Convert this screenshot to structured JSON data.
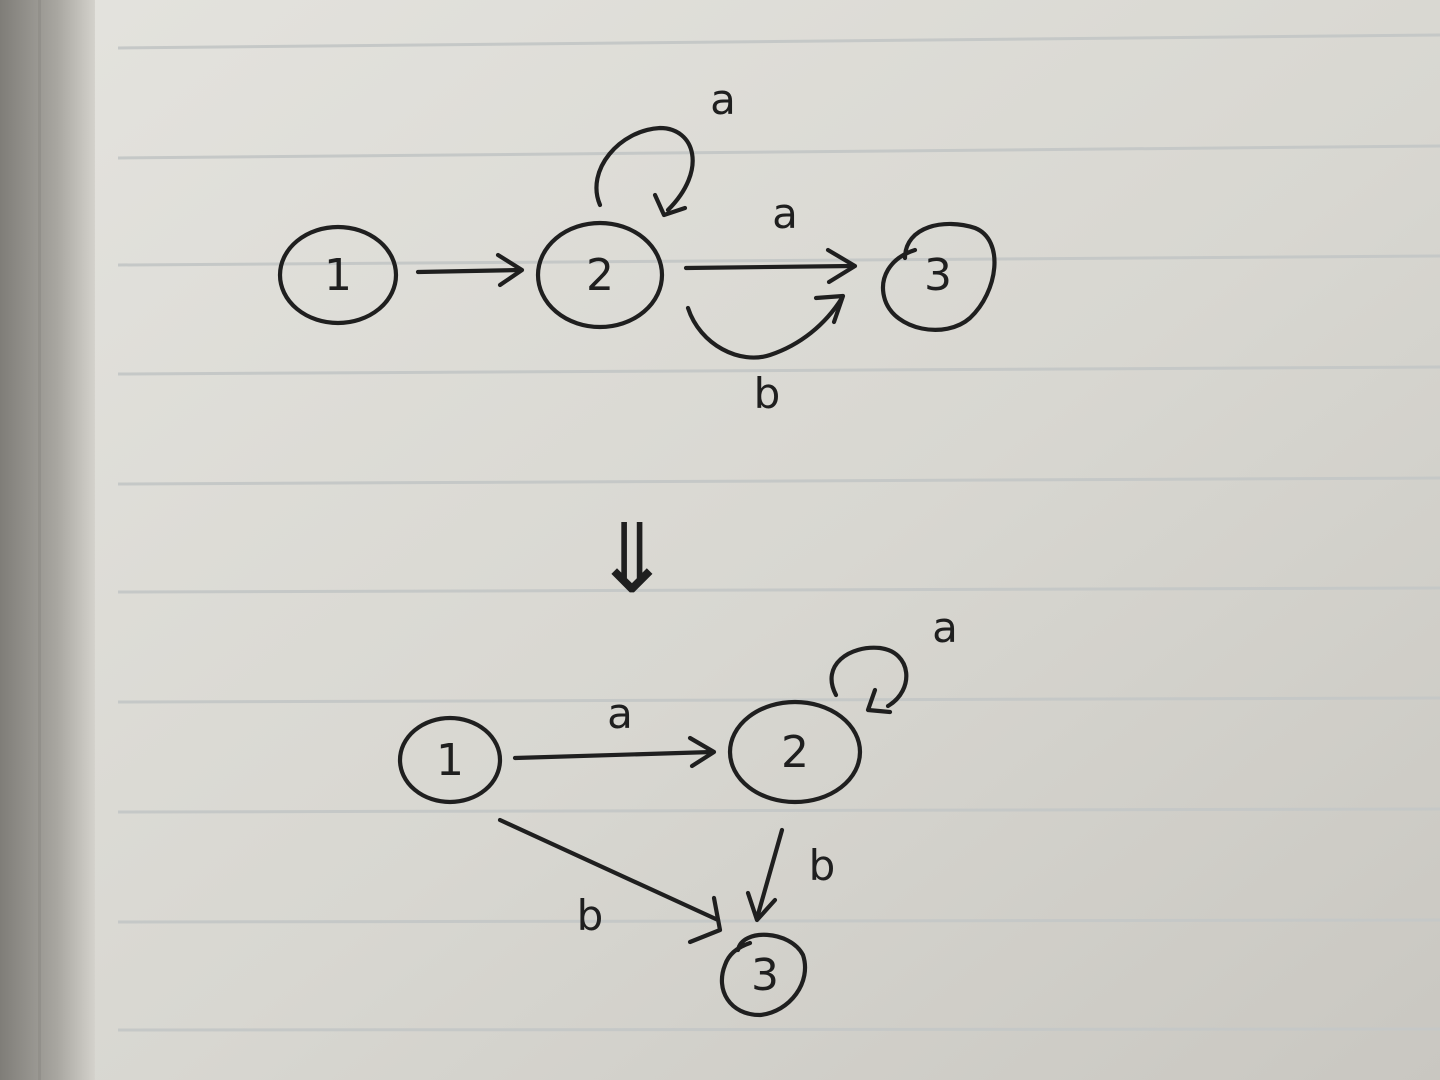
{
  "diagrams": {
    "top": {
      "nodes": [
        "1",
        "2",
        "3"
      ],
      "edges": [
        {
          "from": "1",
          "to": "2",
          "label": ""
        },
        {
          "from": "2",
          "to": "2",
          "label": "a"
        },
        {
          "from": "2",
          "to": "3",
          "label": "a"
        },
        {
          "from": "2",
          "to": "3",
          "label": "b"
        }
      ]
    },
    "transform_symbol": "⇓",
    "bottom": {
      "nodes": [
        "1",
        "2",
        "3"
      ],
      "edges": [
        {
          "from": "1",
          "to": "2",
          "label": "a"
        },
        {
          "from": "2",
          "to": "2",
          "label": "a"
        },
        {
          "from": "2",
          "to": "3",
          "label": "b"
        },
        {
          "from": "1",
          "to": "3",
          "label": "b"
        }
      ]
    }
  },
  "colors": {
    "paper": "#dcdcd6",
    "paper_shadow": "#b9b8b2",
    "rule_line": "#c7c9c8",
    "ink": "#1f1f1f"
  }
}
